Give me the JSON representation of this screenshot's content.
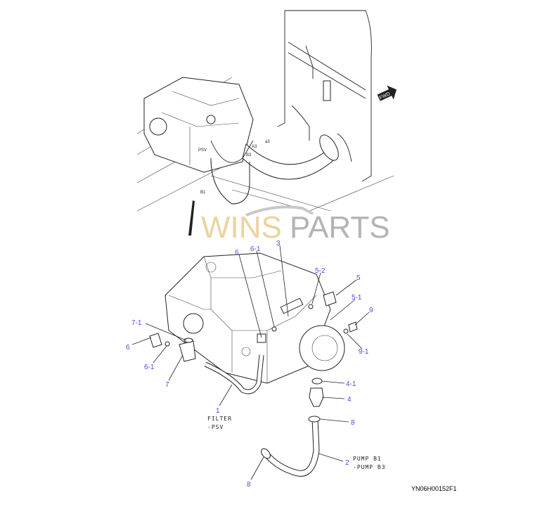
{
  "diagram": {
    "drawing_code": "YN06H00152F1",
    "watermark": {
      "part1": "WINS",
      "part2": "PARTS"
    },
    "overview_labels": {
      "fwd": "FWD",
      "psv": "PSV",
      "a3": "A3",
      "b3": "B3",
      "b1": "B1",
      "a3_lower": "a3"
    },
    "callouts": [
      {
        "id": "c-6-top",
        "label": "6"
      },
      {
        "id": "c-6-1-top",
        "label": "6-1"
      },
      {
        "id": "c-3",
        "label": "3"
      },
      {
        "id": "c-5-2",
        "label": "5-2"
      },
      {
        "id": "c-5",
        "label": "5"
      },
      {
        "id": "c-5-1",
        "label": "5-1"
      },
      {
        "id": "c-9",
        "label": "9"
      },
      {
        "id": "c-9-1",
        "label": "9-1"
      },
      {
        "id": "c-7-1",
        "label": "7-1"
      },
      {
        "id": "c-6-left",
        "label": "6"
      },
      {
        "id": "c-6-1-left",
        "label": "6-1"
      },
      {
        "id": "c-7",
        "label": "7"
      },
      {
        "id": "c-4-1",
        "label": "4-1"
      },
      {
        "id": "c-4",
        "label": "4"
      },
      {
        "id": "c-8-top",
        "label": "8"
      },
      {
        "id": "c-1",
        "label": "1"
      },
      {
        "id": "c-2",
        "label": "2"
      },
      {
        "id": "c-8-bottom",
        "label": "8"
      }
    ],
    "notes": {
      "hose1_line1": "FILTER",
      "hose1_line2": "-PSV",
      "hose2_line1": "PUMP B1",
      "hose2_line2": "-PUMP B3"
    },
    "colors": {
      "callout": "#4a4ae6",
      "line": "#222222"
    }
  }
}
